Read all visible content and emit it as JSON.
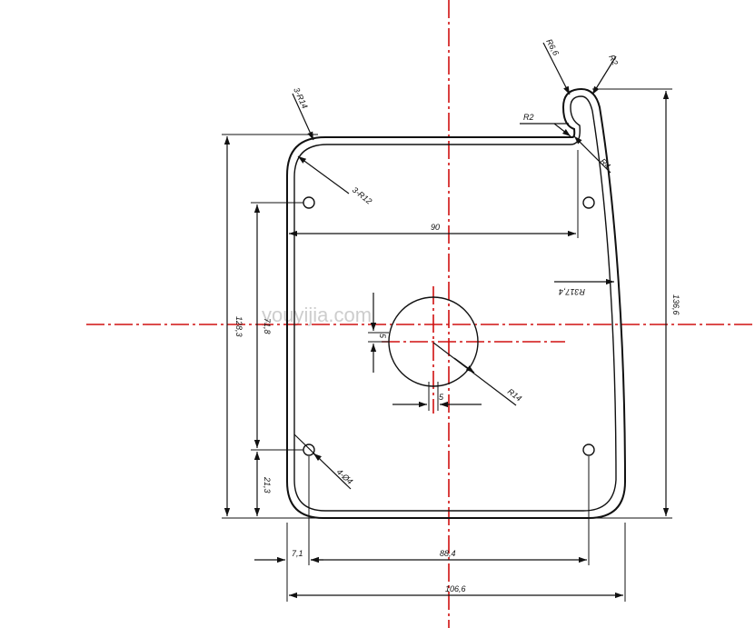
{
  "watermark": "youyijia.com",
  "colors": {
    "line": "#111111",
    "centerline": "#d01010",
    "background": "#ffffff"
  },
  "dimensions": {
    "width_90": "90",
    "height_128_3": "128,3",
    "inner_height_71_8": "71,8",
    "bottom_offset_21_3": "21,3",
    "total_height_136_6": "136,6",
    "left_offset_7_1": "7,1",
    "hole_spacing_88_4": "88,4",
    "total_width_106_6": "106,6",
    "slot_vertical_5": "5",
    "slot_horizontal_5": "5"
  },
  "callouts": {
    "r14_corner": "3-R14",
    "r12_corner": "3-R12",
    "r14_hole": "R14",
    "r317_side": "R317,4",
    "r6_6": "R6,6",
    "r2_top": "R2",
    "r2_left": "R2",
    "r4": "R4",
    "holes_4x4": "4-Ø4"
  }
}
